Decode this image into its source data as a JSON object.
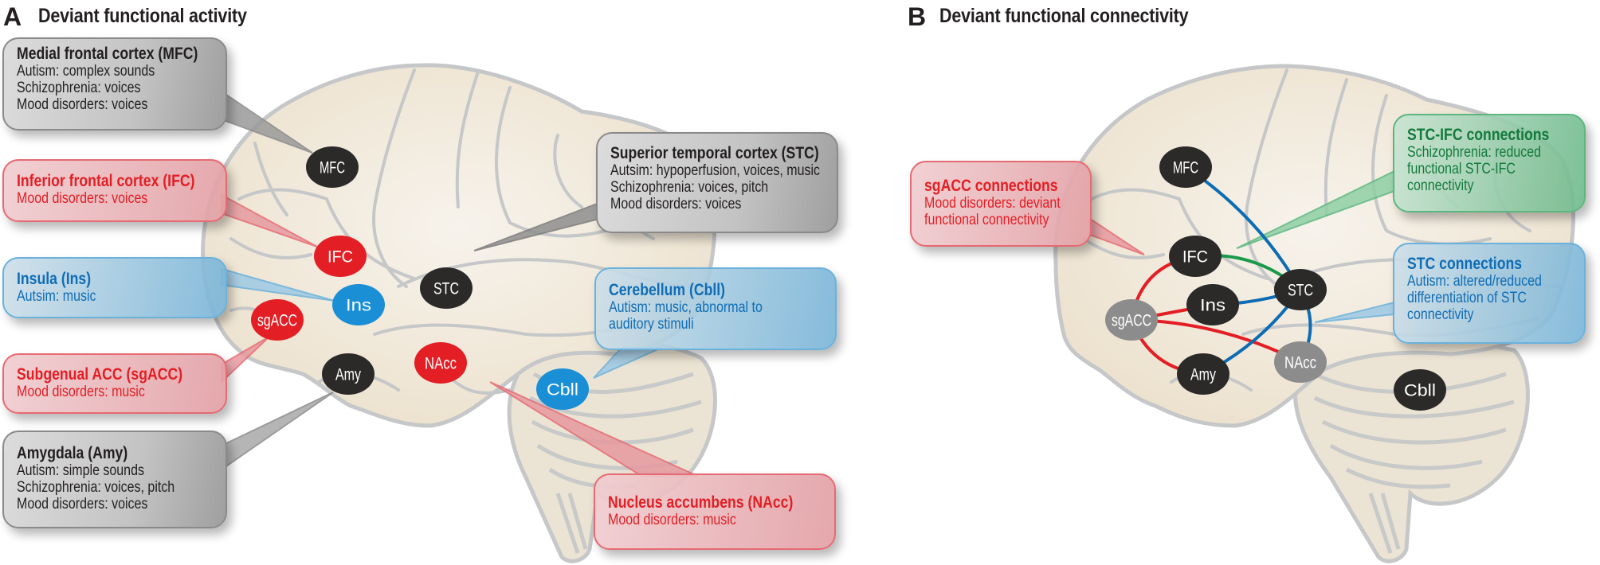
{
  "colors": {
    "red": "#e31e24",
    "blue": "#0d6cb3",
    "light_blue": "#1a8fd6",
    "green": "#1a9a4a",
    "black_node": "#2b2a29",
    "gray_node": "#8c8c8c",
    "brain_fill": "#efe6d6",
    "sulci": "#c5c7c8"
  },
  "panel_a": {
    "letter": "A",
    "title": "Deviant functional activity",
    "nodes": [
      {
        "id": "MFC",
        "label": "MFC",
        "color": "black"
      },
      {
        "id": "IFC",
        "label": "IFC",
        "color": "red"
      },
      {
        "id": "Ins",
        "label": "Ins",
        "color": "light_blue"
      },
      {
        "id": "STC",
        "label": "STC",
        "color": "black"
      },
      {
        "id": "sgACC",
        "label": "sgACC",
        "color": "red"
      },
      {
        "id": "Amy",
        "label": "Amy",
        "color": "black"
      },
      {
        "id": "NAcc",
        "label": "NAcc",
        "color": "red"
      },
      {
        "id": "Cbll",
        "label": "Cbll",
        "color": "light_blue"
      }
    ],
    "callouts": {
      "mfc": {
        "title": "Medial frontal cortex (MFC)",
        "lines": [
          "Autism: complex sounds",
          "Schizophrenia: voices",
          "Mood disorders: voices"
        ]
      },
      "ifc": {
        "title": "Inferior frontal cortex (IFC)",
        "lines": [
          "Mood disorders: voices"
        ]
      },
      "ins": {
        "title": "Insula (Ins)",
        "lines": [
          "Autsim:  music"
        ]
      },
      "sgacc": {
        "title": "Subgenual ACC (sgACC)",
        "lines": [
          "Mood disorders: music"
        ]
      },
      "amy": {
        "title": "Amygdala (Amy)",
        "lines": [
          "Autism: simple sounds",
          "Schizophrenia: voices, pitch",
          "Mood disorders: voices"
        ]
      },
      "stc": {
        "title": "Superior temporal cortex (STC)",
        "lines": [
          "Autsim: hypoperfusion, voices, music",
          "Schizophrenia: voices, pitch",
          "Mood disorders: voices"
        ]
      },
      "cbll": {
        "title": "Cerebellum (Cbll)",
        "lines": [
          "Autism: music, abnormal to",
          "auditory stimuli"
        ]
      },
      "nacc": {
        "title": "Nucleus accumbens (NAcc)",
        "lines": [
          "Mood disorders: music"
        ]
      }
    }
  },
  "panel_b": {
    "letter": "B",
    "title": "Deviant functional connectivity",
    "nodes": [
      {
        "id": "MFC",
        "label": "MFC",
        "color": "black"
      },
      {
        "id": "IFC",
        "label": "IFC",
        "color": "black"
      },
      {
        "id": "Ins",
        "label": "Ins",
        "color": "black"
      },
      {
        "id": "STC",
        "label": "STC",
        "color": "black"
      },
      {
        "id": "sgACC",
        "label": "sgACC",
        "color": "gray"
      },
      {
        "id": "Amy",
        "label": "Amy",
        "color": "black"
      },
      {
        "id": "NAcc",
        "label": "NAcc",
        "color": "gray"
      },
      {
        "id": "Cbll",
        "label": "Cbll",
        "color": "black"
      }
    ],
    "connections": [
      {
        "from": "sgACC",
        "to": "IFC",
        "color": "red"
      },
      {
        "from": "sgACC",
        "to": "Ins",
        "color": "red"
      },
      {
        "from": "sgACC",
        "to": "Amy",
        "color": "red"
      },
      {
        "from": "sgACC",
        "to": "NAcc",
        "color": "red"
      },
      {
        "from": "IFC",
        "to": "STC",
        "color": "green"
      },
      {
        "from": "MFC",
        "to": "STC",
        "color": "blue"
      },
      {
        "from": "Ins",
        "to": "STC",
        "color": "blue"
      },
      {
        "from": "Amy",
        "to": "STC",
        "color": "blue"
      },
      {
        "from": "NAcc",
        "to": "STC",
        "color": "blue"
      }
    ],
    "callouts": {
      "sgacc": {
        "title": "sgACC connections",
        "lines": [
          "Mood disorders: deviant",
          "functional connectivity"
        ]
      },
      "stc_ifc": {
        "title": "STC-IFC connections",
        "lines": [
          "Schizophrenia: reduced",
          "functional STC-IFC",
          "connectivity"
        ]
      },
      "stc": {
        "title": "STC connections",
        "lines": [
          "Autism: altered/reduced",
          "differentiation of STC",
          "connectivity"
        ]
      }
    }
  }
}
